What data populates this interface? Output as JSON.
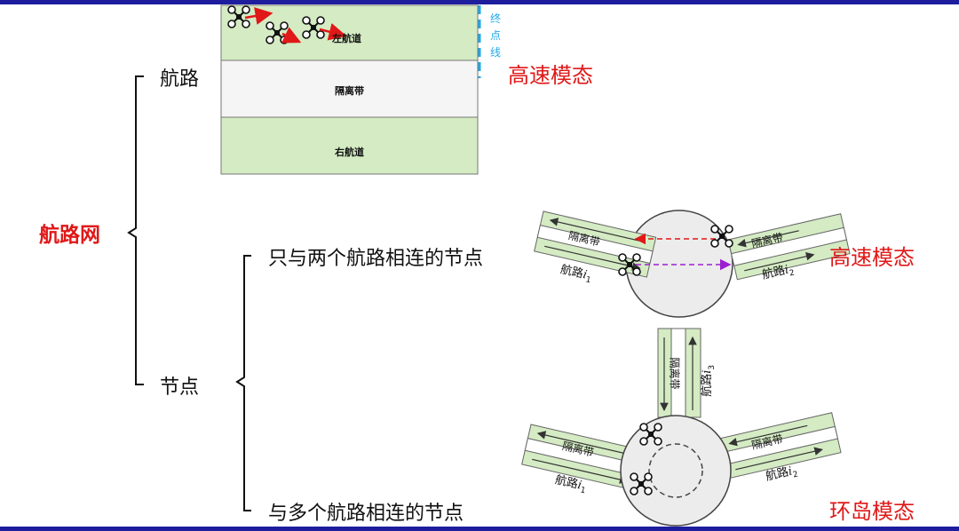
{
  "root": {
    "label": "航路网"
  },
  "branch_route": {
    "label": "航路"
  },
  "branch_node": {
    "label": "节点"
  },
  "node_two": {
    "label": "只与两个航路相连的节点"
  },
  "node_multi": {
    "label": "与多个航路相连的节点"
  },
  "route_figure": {
    "left_lane": "左航道",
    "median": "隔离带",
    "right_lane": "右航道",
    "end_line": [
      "终",
      "点",
      "线"
    ],
    "mode": "高速模态"
  },
  "node_figure": {
    "median": "隔离带",
    "route_1": "航路",
    "route_1_var": "i",
    "route_1_sub": "1",
    "route_2": "航路",
    "route_2_var": "i",
    "route_2_sub": "2",
    "route_3": "航路",
    "route_3_var": "i",
    "route_3_sub": "3",
    "mode": "高速模态"
  },
  "roundabout_figure": {
    "mode": "环岛模态"
  },
  "colors": {
    "accent_red": "#e01818",
    "lane_green": "#d4ebc3",
    "frame_blue": "#1d1d9e",
    "end_line_blue": "#20a8e8"
  }
}
